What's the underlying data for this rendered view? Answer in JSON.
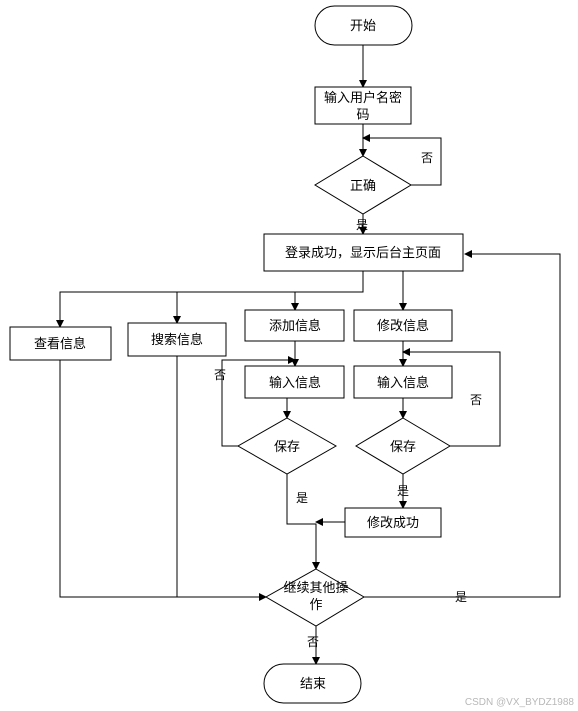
{
  "nodes": {
    "start": "开始",
    "input_user_line1": "输入用户名密",
    "input_user_line2": "码",
    "check_correct": "正确",
    "login_success": "登录成功，显示后台主页面",
    "view_info": "查看信息",
    "search_info": "搜索信息",
    "add_info": "添加信息",
    "modify_info": "修改信息",
    "input_info_add": "输入信息",
    "input_info_modify": "输入信息",
    "save_add": "保存",
    "save_modify": "保存",
    "modify_success": "修改成功",
    "continue_line1": "继续其他操",
    "continue_line2": "作",
    "end": "结束"
  },
  "labels": {
    "no_login": "否",
    "yes_login": "是",
    "no_save_add": "否",
    "yes_save_add": "是",
    "no_save_modify": "否",
    "yes_save_modify": "是",
    "yes_continue": "是",
    "no_continue": "否"
  },
  "watermark": "CSDN @VX_BYDZ1988",
  "colors": {
    "stroke": "#000000",
    "background": "#ffffff",
    "watermark": "#b8b8b8"
  }
}
